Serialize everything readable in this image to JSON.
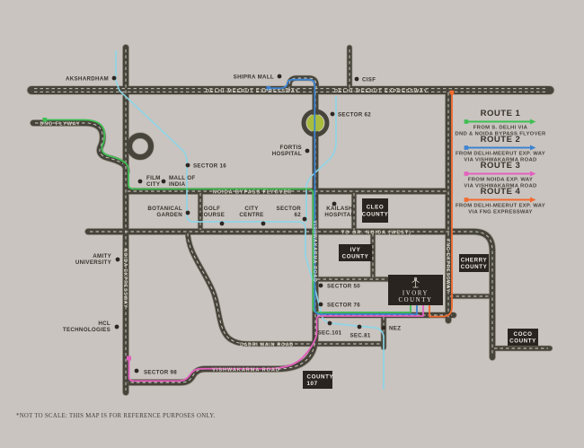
{
  "colors": {
    "background": "#c9c4c0",
    "box": "#2a2420",
    "roundabout_green": "#a9bc3e",
    "metro_cyan": "#8bd6e8",
    "route1_green": "#3fbf53",
    "route2_blue": "#3d84d1",
    "route3_pink": "#e360bd",
    "route4_orange": "#f26a2e"
  },
  "legend": {
    "routes": [
      {
        "name": "ROUTE 1",
        "line1": "FROM S. DELHI VIA",
        "line2": "DND & NOIDA BYPASS FLYOVER"
      },
      {
        "name": "ROUTE 2",
        "line1": "FROM DELHI-MEERUT EXP. WAY",
        "line2": "VIA VISHWAKARMA ROAD"
      },
      {
        "name": "ROUTE 3",
        "line1": "FROM NOIDA EXP. WAY",
        "line2": "VIA VISHWAKARMA ROAD"
      },
      {
        "name": "ROUTE 4",
        "line1": "FROM DELHI-MEERUT EXP. WAY",
        "line2": "VIA FNG EXPRESSWAY"
      }
    ]
  },
  "roads": {
    "delhi_meerut": "DELHI-MEERUT EXPRESSWAY",
    "dnd": "DND FLYWAY",
    "noida_bypass": "NOIDA BYPASS FLYOVER",
    "to_gr_noida": "TO GR. NOIDA (WEST)",
    "dadri": "DADRI MAIN ROAD",
    "vishwakarma": "VISHWAKARMA ROAD",
    "noida_expressway": "NOIDA EXPRESSWAY",
    "fng": "FNG EXPRESSWAY"
  },
  "landmarks": {
    "akshardham": {
      "l1": "AKSHARDHAM"
    },
    "shipra_mall": {
      "l1": "SHIPRA MALL"
    },
    "cisf": {
      "l1": "CISF"
    },
    "sector62_n": {
      "l1": "SECTOR 62"
    },
    "sector16": {
      "l1": "SECTOR 16"
    },
    "film_city": {
      "l1": "FILM",
      "l2": "CITY"
    },
    "mall_of_india": {
      "l1": "MALL OF",
      "l2": "INDIA"
    },
    "fortis": {
      "l1": "FORTIS",
      "l2": "HOSPITAL"
    },
    "botanical": {
      "l1": "BOTANICAL",
      "l2": "GARDEN"
    },
    "golf": {
      "l1": "GOLF",
      "l2": "COURSE"
    },
    "city_centre": {
      "l1": "CITY",
      "l2": "CENTRE"
    },
    "sector62_e": {
      "l1": "SECTOR",
      "l2": "62"
    },
    "kailash": {
      "l1": "KAILASH",
      "l2": "HOSPITAL"
    },
    "amity": {
      "l1": "AMITY",
      "l2": "UNIVERSITY"
    },
    "sector50": {
      "l1": "SECTOR 50"
    },
    "sector76": {
      "l1": "SECTOR 76"
    },
    "hcl": {
      "l1": "HCL",
      "l2": "TECHNOLOGIES"
    },
    "sec101": {
      "l1": "SEC.101"
    },
    "sec81": {
      "l1": "SEC.81"
    },
    "nez": {
      "l1": "NEZ"
    },
    "sector98": {
      "l1": "SECTOR 98"
    }
  },
  "counties": {
    "cleo": {
      "l1": "CLEO",
      "l2": "COUNTY"
    },
    "ivy": {
      "l1": "IVY",
      "l2": "COUNTY"
    },
    "cherry": {
      "l1": "CHERRY",
      "l2": "COUNTY"
    },
    "coco": {
      "l1": "COCO",
      "l2": "COUNTY"
    },
    "county107": {
      "l1": "COUNTY",
      "l2": "107"
    },
    "ivory": {
      "l1": "IVORY",
      "l2": "COUNTY"
    }
  },
  "note": "*NOT TO SCALE: THIS MAP IS FOR REFERENCE PURPOSES ONLY."
}
